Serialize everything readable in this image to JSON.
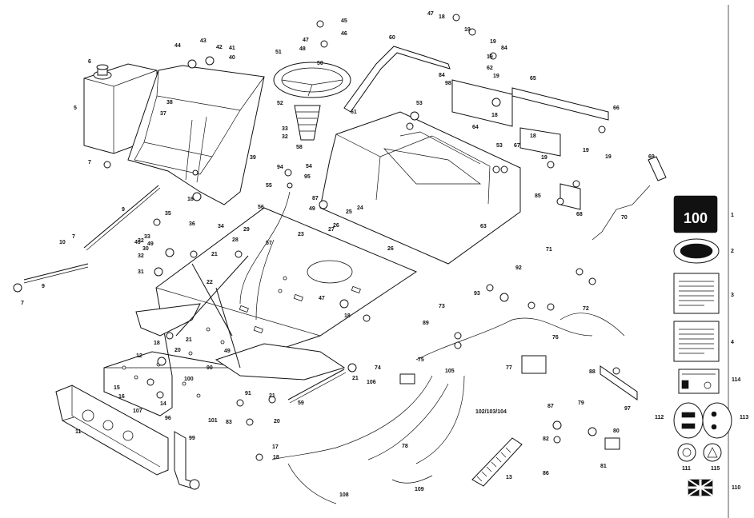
{
  "logo_decal_number": "100",
  "callouts": [
    {
      "id": "c1",
      "label": "1"
    },
    {
      "id": "c2",
      "label": "2"
    },
    {
      "id": "c3",
      "label": "3"
    },
    {
      "id": "c4",
      "label": "4"
    },
    {
      "id": "c5",
      "label": "5"
    },
    {
      "id": "c6",
      "label": "6"
    },
    {
      "id": "c7a",
      "label": "7"
    },
    {
      "id": "c7b",
      "label": "7"
    },
    {
      "id": "c7c",
      "label": "7"
    },
    {
      "id": "c9",
      "label": "9"
    },
    {
      "id": "c9b",
      "label": "9"
    },
    {
      "id": "c10",
      "label": "10"
    },
    {
      "id": "c11",
      "label": "11"
    },
    {
      "id": "c12",
      "label": "12"
    },
    {
      "id": "c13",
      "label": "13"
    },
    {
      "id": "c14",
      "label": "14"
    },
    {
      "id": "c15",
      "label": "15"
    },
    {
      "id": "c16",
      "label": "16"
    },
    {
      "id": "c17",
      "label": "17"
    },
    {
      "id": "c18a",
      "label": "18"
    },
    {
      "id": "c18b",
      "label": "18"
    },
    {
      "id": "c18c",
      "label": "18"
    },
    {
      "id": "c18d",
      "label": "18"
    },
    {
      "id": "c18e",
      "label": "18"
    },
    {
      "id": "c18f",
      "label": "18"
    },
    {
      "id": "c18g",
      "label": "18"
    },
    {
      "id": "c19a",
      "label": "19"
    },
    {
      "id": "c19b",
      "label": "19"
    },
    {
      "id": "c19c",
      "label": "19"
    },
    {
      "id": "c19d",
      "label": "19"
    },
    {
      "id": "c19e",
      "label": "19"
    },
    {
      "id": "c19f",
      "label": "19"
    },
    {
      "id": "c19g",
      "label": "19"
    },
    {
      "id": "c20",
      "label": "20"
    },
    {
      "id": "c20b",
      "label": "20"
    },
    {
      "id": "c21a",
      "label": "21"
    },
    {
      "id": "c21b",
      "label": "21"
    },
    {
      "id": "c21c",
      "label": "21"
    },
    {
      "id": "c21d",
      "label": "21"
    },
    {
      "id": "c22",
      "label": "22"
    },
    {
      "id": "c23",
      "label": "23"
    },
    {
      "id": "c24",
      "label": "24"
    },
    {
      "id": "c25",
      "label": "25"
    },
    {
      "id": "c26",
      "label": "26"
    },
    {
      "id": "c26b",
      "label": "26"
    },
    {
      "id": "c27",
      "label": "27"
    },
    {
      "id": "c28",
      "label": "28"
    },
    {
      "id": "c29",
      "label": "29"
    },
    {
      "id": "c30",
      "label": "30"
    },
    {
      "id": "c31",
      "label": "31"
    },
    {
      "id": "c32a",
      "label": "32"
    },
    {
      "id": "c32b",
      "label": "32"
    },
    {
      "id": "c32c",
      "label": "32"
    },
    {
      "id": "c33",
      "label": "33"
    },
    {
      "id": "c33b",
      "label": "33"
    },
    {
      "id": "c34",
      "label": "34"
    },
    {
      "id": "c35",
      "label": "35"
    },
    {
      "id": "c36",
      "label": "36"
    },
    {
      "id": "c37",
      "label": "37"
    },
    {
      "id": "c38",
      "label": "38"
    },
    {
      "id": "c39",
      "label": "39"
    },
    {
      "id": "c40",
      "label": "40"
    },
    {
      "id": "c41",
      "label": "41"
    },
    {
      "id": "c42",
      "label": "42"
    },
    {
      "id": "c43",
      "label": "43"
    },
    {
      "id": "c44",
      "label": "44"
    },
    {
      "id": "c45",
      "label": "45"
    },
    {
      "id": "c46",
      "label": "46"
    },
    {
      "id": "c47a",
      "label": "47"
    },
    {
      "id": "c47b",
      "label": "47"
    },
    {
      "id": "c47c",
      "label": "47"
    },
    {
      "id": "c48",
      "label": "48"
    },
    {
      "id": "c49a",
      "label": "49"
    },
    {
      "id": "c49b",
      "label": "49"
    },
    {
      "id": "c49c",
      "label": "49"
    },
    {
      "id": "c49d",
      "label": "49"
    },
    {
      "id": "c50",
      "label": "50"
    },
    {
      "id": "c51",
      "label": "51"
    },
    {
      "id": "c52",
      "label": "52"
    },
    {
      "id": "c53a",
      "label": "53"
    },
    {
      "id": "c53b",
      "label": "53"
    },
    {
      "id": "c54",
      "label": "54"
    },
    {
      "id": "c55",
      "label": "55"
    },
    {
      "id": "c56",
      "label": "56"
    },
    {
      "id": "c57",
      "label": "57"
    },
    {
      "id": "c58",
      "label": "58"
    },
    {
      "id": "c59",
      "label": "59"
    },
    {
      "id": "c60",
      "label": "60"
    },
    {
      "id": "c61",
      "label": "61"
    },
    {
      "id": "c62",
      "label": "62"
    },
    {
      "id": "c63",
      "label": "63"
    },
    {
      "id": "c64",
      "label": "64"
    },
    {
      "id": "c65",
      "label": "65"
    },
    {
      "id": "c66",
      "label": "66"
    },
    {
      "id": "c67",
      "label": "67"
    },
    {
      "id": "c68",
      "label": "68"
    },
    {
      "id": "c69",
      "label": "69"
    },
    {
      "id": "c70",
      "label": "70"
    },
    {
      "id": "c71",
      "label": "71"
    },
    {
      "id": "c72",
      "label": "72"
    },
    {
      "id": "c73",
      "label": "73"
    },
    {
      "id": "c74",
      "label": "74"
    },
    {
      "id": "c75",
      "label": "75"
    },
    {
      "id": "c76",
      "label": "76"
    },
    {
      "id": "c77",
      "label": "77"
    },
    {
      "id": "c78",
      "label": "78"
    },
    {
      "id": "c79",
      "label": "79"
    },
    {
      "id": "c80",
      "label": "80"
    },
    {
      "id": "c81",
      "label": "81"
    },
    {
      "id": "c82",
      "label": "82"
    },
    {
      "id": "c83",
      "label": "83"
    },
    {
      "id": "c84a",
      "label": "84"
    },
    {
      "id": "c84b",
      "label": "84"
    },
    {
      "id": "c85",
      "label": "85"
    },
    {
      "id": "c86",
      "label": "86"
    },
    {
      "id": "c87a",
      "label": "87"
    },
    {
      "id": "c87b",
      "label": "87"
    },
    {
      "id": "c88",
      "label": "88"
    },
    {
      "id": "c89",
      "label": "89"
    },
    {
      "id": "c90",
      "label": "90"
    },
    {
      "id": "c91",
      "label": "91"
    },
    {
      "id": "c92",
      "label": "92"
    },
    {
      "id": "c93",
      "label": "93"
    },
    {
      "id": "c94",
      "label": "94"
    },
    {
      "id": "c95",
      "label": "95"
    },
    {
      "id": "c96",
      "label": "96"
    },
    {
      "id": "c97",
      "label": "97"
    },
    {
      "id": "c98",
      "label": "98"
    },
    {
      "id": "c99",
      "label": "99"
    },
    {
      "id": "c100",
      "label": "100"
    },
    {
      "id": "c101",
      "label": "101"
    },
    {
      "id": "c102",
      "label": "102/103/104"
    },
    {
      "id": "c105",
      "label": "105"
    },
    {
      "id": "c106",
      "label": "106"
    },
    {
      "id": "c107",
      "label": "107"
    },
    {
      "id": "c108",
      "label": "108"
    },
    {
      "id": "c109",
      "label": "109"
    },
    {
      "id": "c110",
      "label": "110"
    },
    {
      "id": "c111",
      "label": "111"
    },
    {
      "id": "c112",
      "label": "112"
    },
    {
      "id": "c113",
      "label": "113"
    },
    {
      "id": "c114",
      "label": "114"
    },
    {
      "id": "c115",
      "label": "115"
    }
  ]
}
